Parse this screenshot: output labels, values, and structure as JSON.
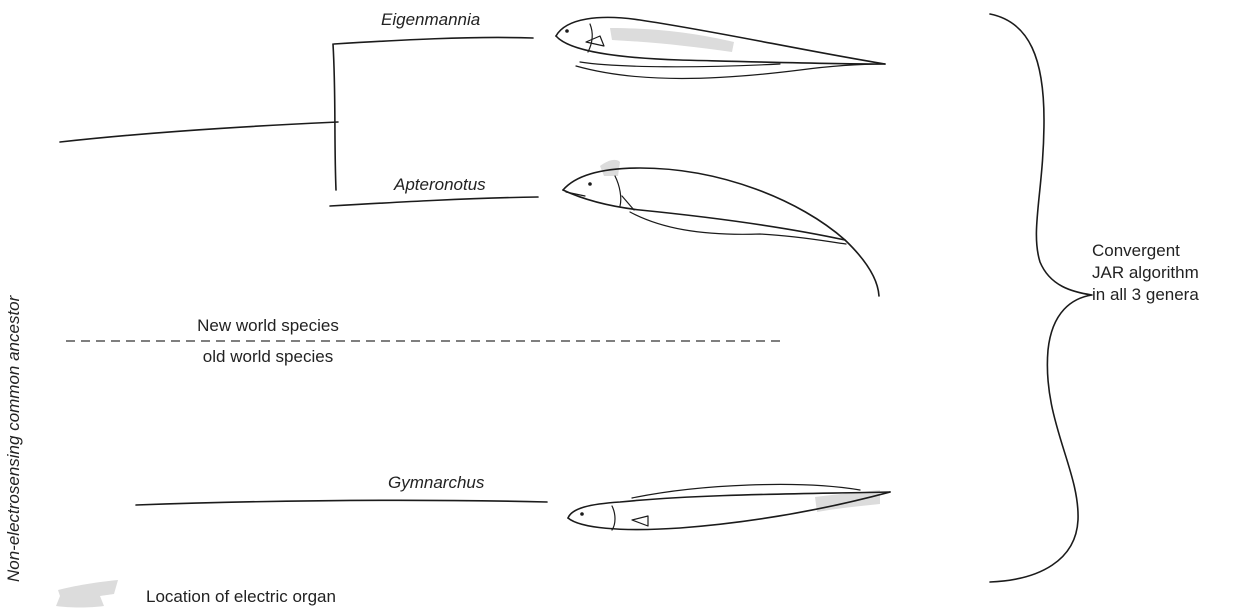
{
  "ancestor_label": "Non-electrosensing common ancestor",
  "species": [
    {
      "genus": "Eigenmannia"
    },
    {
      "genus": "Apteronotus"
    },
    {
      "genus": "Gymnarchus"
    }
  ],
  "divider": {
    "upper_label": "New world species",
    "lower_label": "old world species"
  },
  "brace_label_lines": [
    "Convergent",
    "JAR algorithm",
    "in all 3 genera"
  ],
  "legend_label": "Location of electric organ",
  "colors": {
    "ink": "#1b1b1b",
    "organ": "#dcdcdc",
    "divider": "#555555"
  }
}
